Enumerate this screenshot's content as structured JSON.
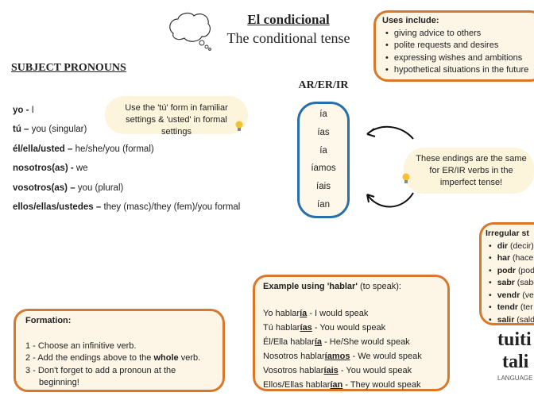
{
  "title": "El condicional",
  "subtitle": "The conditional tense",
  "uses": {
    "heading": "Uses include:",
    "items": [
      "giving advice to others",
      "polite requests and desires",
      "expressing wishes and ambitions",
      "hypothetical situations in the future"
    ]
  },
  "pronouns_heading": "SUBJECT PRONOUNS",
  "pronouns": [
    {
      "es": "yo -",
      "en": "I"
    },
    {
      "es": "tú –",
      "en": "you (singular)"
    },
    {
      "es": "él/ella/usted –",
      "en": "he/she/you (formal)"
    },
    {
      "es": "nosotros(as) -",
      "en": "we"
    },
    {
      "es": "vosotros(as) –",
      "en": "you (plural)"
    },
    {
      "es": "ellos/ellas/ustedes –",
      "en": "they (masc)/they (fem)/you formal"
    }
  ],
  "tip_tu": "Use the 'tú' form in familiar settings & 'usted' in formal settings",
  "endings_heading": "AR/ER/IR",
  "endings": [
    "ía",
    "ías",
    "ía",
    "íamos",
    "íais",
    "ían"
  ],
  "tip_imperfect": "These endings are the same for ER/IR verbs in the imperfect tense!",
  "irregular": {
    "heading": "Irregular st",
    "items": [
      {
        "stem": "dir",
        "inf": "(decir)"
      },
      {
        "stem": "har",
        "inf": "(hacer"
      },
      {
        "stem": "podr",
        "inf": "(pod"
      },
      {
        "stem": "sabr",
        "inf": "(sabe"
      },
      {
        "stem": "vendr",
        "inf": "(ve"
      },
      {
        "stem": "tendr",
        "inf": "(ter"
      },
      {
        "stem": "salir",
        "inf": "(saldr"
      }
    ]
  },
  "example": {
    "heading_bold": "Example using 'hablar'",
    "heading_rest": "(to speak):",
    "rows": [
      {
        "pre": "Yo hablar",
        "end": "ía",
        "post": " - I would speak"
      },
      {
        "pre": "Tú hablar",
        "end": "ías",
        "post": " - You would speak"
      },
      {
        "pre": "Él/Ella hablar",
        "end": "ía",
        "post": " - He/She would speak"
      },
      {
        "pre": "Nosotros hablar",
        "end": "íamos",
        "post": " - We would speak"
      },
      {
        "pre": "Vosotros hablar",
        "end": "íais",
        "post": " - You would speak"
      },
      {
        "pre": "Ellos/Ellas hablar",
        "end": "ían",
        "post": " - They would speak"
      }
    ]
  },
  "formation": {
    "heading": "Formation:",
    "step1": "1 - Choose an infinitive verb.",
    "step2_pre": "2 - Add the endings above to the ",
    "step2_bold": "whole",
    "step2_post": " verb.",
    "step3": "3 - Don't forget to add a pronoun at the beginning!"
  },
  "logo": {
    "line1": "tuiti",
    "line2": "tali",
    "tag": "LANGUAGE LE"
  },
  "colors": {
    "orange": "#d9782b",
    "blue": "#2a6fa8",
    "cream": "#fdf5e6"
  }
}
